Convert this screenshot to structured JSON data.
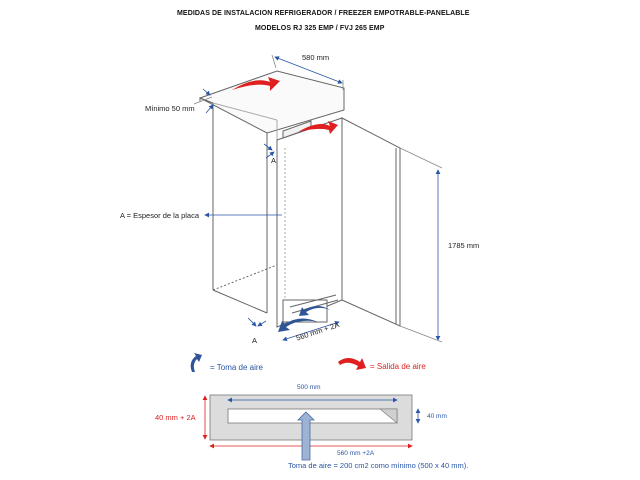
{
  "header": {
    "title": "MEDIDAS DE INSTALACION REFRIGERADOR / FREEZER EMPOTRABLE-PANELABLE",
    "models": "MODELOS RJ 325 EMP / FVJ 265 EMP"
  },
  "dims": {
    "depth": "580 mm",
    "min_gap": "Mínimo 50 mm",
    "height": "1785 mm",
    "width": "560 mm + 2A",
    "a_top": "A",
    "a_bottom": "A",
    "a_def": "A = Espesor de la placa"
  },
  "legend": {
    "intake": "= Toma de aire",
    "exhaust": "= Salida de aire"
  },
  "vent": {
    "width": "500 mm",
    "height_right": "40 mm",
    "height_left": "40 mm + 2A",
    "total": "560 mm +2A",
    "note": "Toma de aire = 200 cm2 como mínimo (500 x 40 mm)."
  },
  "colors": {
    "line": "#555555",
    "dim_blue": "#2a56a6",
    "exhaust_red": "#e02020",
    "intake_blue": "#2f5597",
    "vent_fill": "#dcdcdc"
  }
}
